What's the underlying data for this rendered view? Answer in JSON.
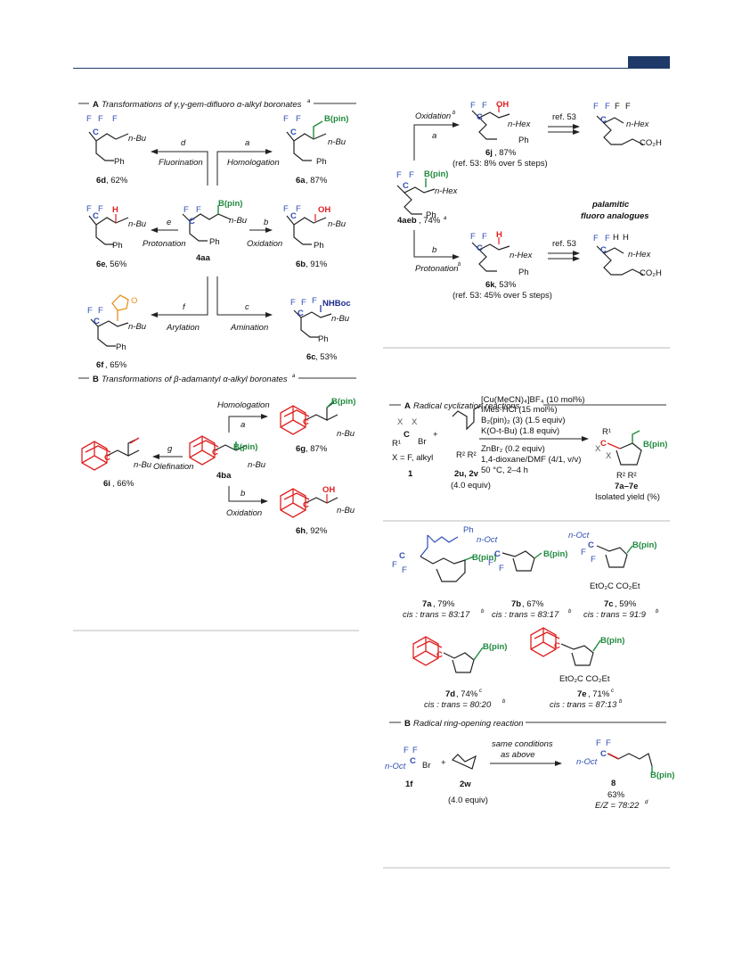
{
  "panelA": {
    "title_letter": "A",
    "title_text": "Transformations of γ,γ-gem-difluoro α-alkyl boronates",
    "title_sup": "a",
    "arrows": {
      "d": "d",
      "a": "a",
      "e": "e",
      "b": "b",
      "f": "f",
      "c": "c",
      "fluorination": "Fluorination",
      "homologation": "Homologation",
      "protonation": "Protonation",
      "oxidation": "Oxidation",
      "arylation": "Arylation",
      "amination": "Amination"
    },
    "center": {
      "label": "4aa",
      "bpin": "B(pin)",
      "nbu": "n-Bu",
      "ph": "Ph"
    },
    "p6d": {
      "num": "6d",
      "yield": ", 62%",
      "nbu": "n-Bu",
      "ph": "Ph"
    },
    "p6a": {
      "num": "6a",
      "yield": ", 87%",
      "bpin": "B(pin)",
      "nbu": "n-Bu",
      "ph": "Ph"
    },
    "p6e": {
      "num": "6e",
      "yield": ", 56%",
      "h": "H",
      "nbu": "n-Bu",
      "ph": "Ph"
    },
    "p6b": {
      "num": "6b",
      "yield": ", 91%",
      "oh": "OH",
      "nbu": "n-Bu",
      "ph": "Ph"
    },
    "p6f": {
      "num": "6f",
      "yield": ", 65%",
      "o": "O",
      "nbu": "n-Bu",
      "ph": "Ph"
    },
    "p6c": {
      "num": "6c",
      "yield": ", 53%",
      "nhboc": "NHBoc",
      "nbu": "n-Bu",
      "ph": "Ph"
    }
  },
  "panelB": {
    "title_letter": "B",
    "title_text": "Transformations of β-adamantyl α-alkyl boronates",
    "title_sup": "a",
    "homologation": "Homologation",
    "olefination": "Olefination",
    "oxidation": "Oxidation",
    "a": "a",
    "g": "g",
    "b": "b",
    "center": {
      "label": "4ba",
      "bpin": "B(pin)",
      "nbu": "n-Bu"
    },
    "p6g": {
      "num": "6g",
      "yield": ", 87%",
      "bpin": "B(pin)",
      "nbu": "n-Bu"
    },
    "p6i": {
      "num": "6i",
      "yield": ", 66%",
      "nbu": "n-Bu"
    },
    "p6h": {
      "num": "6h",
      "yield": ", 92%",
      "oh": "OH",
      "nbu": "n-Bu"
    }
  },
  "rightTop": {
    "start": {
      "label": "4aeb",
      "yield": ", 74%",
      "sup": "a",
      "bpin": "B(pin)",
      "nhex": "n-Hex",
      "ph": "Ph"
    },
    "oxidation": "Oxidation",
    "oxsup": "b",
    "a": "a",
    "protonation": "Protonation",
    "protsup": "b",
    "b": "b",
    "p6j": {
      "num": "6j",
      "yield": ", 87%",
      "oh": "OH",
      "nhex": "n-Hex",
      "ph": "Ph",
      "ref": "(ref. 53: 8% over 5 steps)"
    },
    "p6k": {
      "num": "6k",
      "yield": ", 53%",
      "h": "H",
      "nhex": "n-Hex",
      "ph": "Ph",
      "ref": "(ref. 53: 45% over 5 steps)"
    },
    "ref53a": "ref. 53",
    "ref53b": "ref. 53",
    "acid1": {
      "nhex": "n-Hex",
      "co2h": "CO₂H"
    },
    "acid2": {
      "nhex": "n-Hex",
      "co2h": "CO₂H",
      "h1": "H",
      "h2": "H"
    },
    "palmitic1": "palamitic",
    "palmitic2": "fluoro analogues"
  },
  "radicalA": {
    "title_letter": "A",
    "title_text": "Radical cyclization reactions",
    "cond1": "[Cu(MeCN)₄]BF₄ (10 mol%)",
    "cond2": "IMes·HCl (15 mol%)",
    "cond3": "B₂(pin)₂ (3) (1.5 equiv)",
    "cond4": "K(O-t-Bu) (1.8 equiv)",
    "cond5": "ZnBr₂ (0.2 equiv)",
    "cond6": "1,4-dioxane/DMF (4/1, v/v)",
    "cond7": "50 °C, 2–4 h",
    "reagent1": {
      "num": "1",
      "note": "X = F, alkyl",
      "br": "Br",
      "r1": "R¹",
      "x": "X"
    },
    "reagent2": {
      "num": "2u, 2v",
      "equiv": "(4.0 equiv)",
      "r2": "R²  R²"
    },
    "plus": "+",
    "product": {
      "num": "7a–7e",
      "note": "Isolated yield (%)",
      "bpin": "B(pin)",
      "r1": "R¹",
      "x": "X",
      "r2": "R²  R²"
    }
  },
  "products7": [
    {
      "num": "7a",
      "yield": ", 79%",
      "ratio": "cis : trans = 83:17",
      "sup": "b",
      "ph": "Ph",
      "bpin": "B(pin)"
    },
    {
      "num": "7b",
      "yield": ", 67%",
      "ratio": "cis : trans = 83:17",
      "sup": "b",
      "noct": "n-Oct",
      "bpin": "B(pin)"
    },
    {
      "num": "7c",
      "yield": ", 59%",
      "ratio": "cis : trans = 91:9",
      "sup": "b",
      "noct": "n-Oct",
      "bpin": "B(pin)",
      "ester": "EtO₂C  CO₂Et"
    },
    {
      "num": "7d",
      "yield": ", 74%",
      "yieldsup": "c",
      "ratio": "cis : trans = 80:20",
      "sup": "b",
      "bpin": "B(pin)"
    },
    {
      "num": "7e",
      "yield": ", 71%",
      "yieldsup": "c",
      "ratio": "cis : trans = 87:13",
      "sup": "b",
      "bpin": "B(pin)",
      "ester": "EtO₂C  CO₂Et"
    }
  ],
  "radicalB": {
    "title_letter": "B",
    "title_text": "Radical ring-opening reaction",
    "cond1": "same conditions",
    "cond2": "as above",
    "r1f": {
      "num": "1f",
      "noct": "n-Oct",
      "br": "Br"
    },
    "r2w": {
      "num": "2w",
      "equiv": "(4.0 equiv)"
    },
    "plus": "+",
    "p8": {
      "num": "8",
      "yield": "63%",
      "ez": "E/Z = 78:22",
      "sup": "d",
      "noct": "n-Oct",
      "bpin": "B(pin)"
    }
  },
  "atoms": {
    "F": "F",
    "C": "C"
  },
  "colors": {
    "navy": "#1f3a68",
    "blue": "#2f4db5",
    "red": "#e02020",
    "green": "#1f8a3e",
    "orange": "#e8901e"
  }
}
